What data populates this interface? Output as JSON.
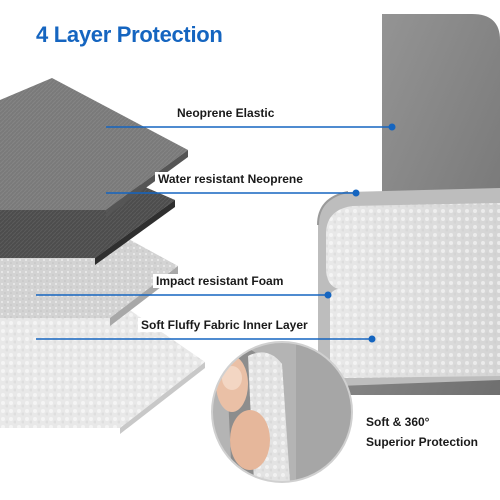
{
  "title": "4 Layer Protection",
  "layers": [
    {
      "label": "Neoprene Elastic"
    },
    {
      "label": "Water resistant Neoprene"
    },
    {
      "label": "Impact resistant Foam"
    },
    {
      "label": "Soft Fluffy Fabric Inner Layer"
    }
  ],
  "feature": {
    "line1": "Soft & 360°",
    "line2": "Superior Protection"
  },
  "colors": {
    "accent_blue": "#1565c0",
    "neoprene_gray": "#6b6b6b",
    "dark_neoprene": "#4a4a4a",
    "foam": "#d9d9d9",
    "fleece": "#f0f0f0",
    "sleeve_shell": "#8a8a8a"
  }
}
